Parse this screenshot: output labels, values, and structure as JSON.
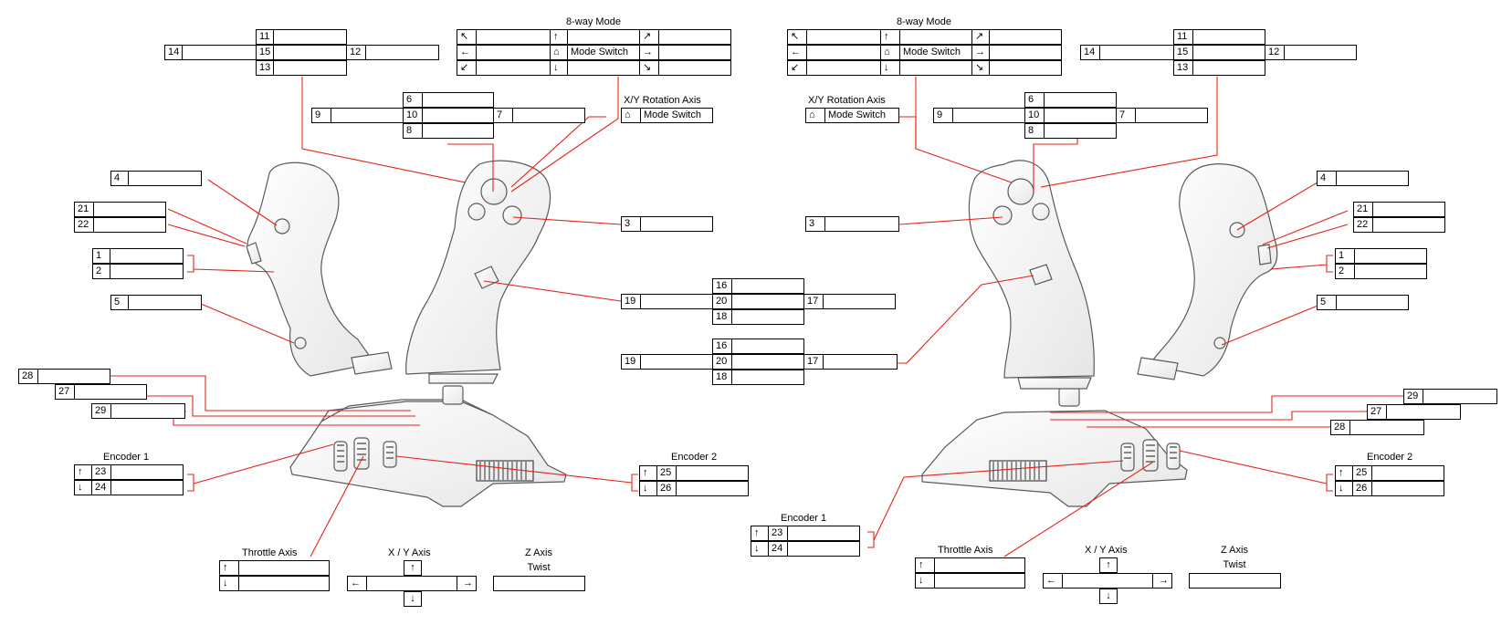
{
  "colors": {
    "leader": "#e2231a",
    "border": "#000000",
    "sketch": "#6a6a6a"
  },
  "left": {
    "hat_11_15": {
      "top": "11",
      "left": "14",
      "center": "15",
      "right": "12",
      "bottom": "13"
    },
    "eight_way": {
      "title": "8-way Mode",
      "mode_switch": "Mode Switch"
    },
    "hat_6_10": {
      "top": "6",
      "left": "9",
      "center": "10",
      "right": "7",
      "bottom": "8"
    },
    "xy_rotation": {
      "title": "X/Y Rotation Axis",
      "mode_switch": "Mode Switch"
    },
    "buttons": {
      "b4": "4",
      "b21": "21",
      "b22": "22",
      "b1": "1",
      "b2": "2",
      "b5": "5",
      "b3": "3",
      "b28": "28",
      "b27": "27",
      "b29": "29"
    },
    "hat_16_20": {
      "top": "16",
      "left": "19",
      "center": "20",
      "right": "17",
      "bottom": "18"
    },
    "encoder1": {
      "title": "Encoder 1",
      "up": "23",
      "down": "24"
    },
    "encoder2": {
      "title": "Encoder 2",
      "up": "25",
      "down": "26"
    },
    "throttle": {
      "title": "Throttle Axis"
    },
    "xy_axis": {
      "title": "X / Y Axis"
    },
    "z_axis": {
      "title": "Z Axis",
      "subtitle": "Twist"
    }
  },
  "right": {
    "hat_11_15": {
      "top": "11",
      "left": "14",
      "center": "15",
      "right": "12",
      "bottom": "13"
    },
    "eight_way": {
      "title": "8-way Mode",
      "mode_switch": "Mode Switch"
    },
    "hat_6_10": {
      "top": "6",
      "left": "9",
      "center": "10",
      "right": "7",
      "bottom": "8"
    },
    "xy_rotation": {
      "title": "X/Y Rotation Axis",
      "mode_switch": "Mode Switch"
    },
    "buttons": {
      "b4": "4",
      "b21": "21",
      "b22": "22",
      "b1": "1",
      "b2": "2",
      "b5": "5",
      "b3": "3",
      "b29": "29",
      "b27": "27",
      "b28": "28"
    },
    "hat_16_20": {
      "top": "16",
      "left": "19",
      "center": "20",
      "right": "17",
      "bottom": "18"
    },
    "encoder1": {
      "title": "Encoder 1",
      "up": "23",
      "down": "24"
    },
    "encoder2": {
      "title": "Encoder 2",
      "up": "25",
      "down": "26"
    },
    "throttle": {
      "title": "Throttle Axis"
    },
    "xy_axis": {
      "title": "X / Y Axis"
    },
    "z_axis": {
      "title": "Z Axis",
      "subtitle": "Twist"
    }
  },
  "icons": {
    "arrow_nw": "↖",
    "arrow_n": "↑",
    "arrow_ne": "↗",
    "arrow_w": "←",
    "arrow_e": "→",
    "arrow_sw": "↙",
    "arrow_s": "↓",
    "arrow_se": "↘",
    "home": "⌂"
  }
}
